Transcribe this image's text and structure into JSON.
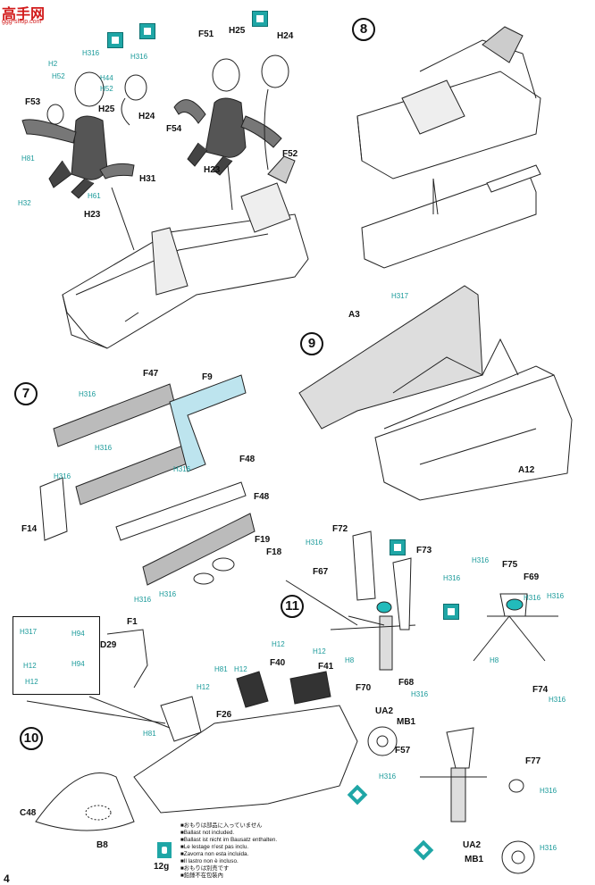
{
  "watermark": {
    "main": "高手网",
    "sub": "ggg-shop.com"
  },
  "steps": [
    "8",
    "9",
    "7",
    "11",
    "10"
  ],
  "part_labels": {
    "F51": "F51",
    "H25a": "H25",
    "H24a": "H24",
    "F53": "F53",
    "H25b": "H25",
    "H24b": "H24",
    "F54": "F54",
    "F52": "F52",
    "H31": "H31",
    "H23a": "H23",
    "H23b": "H23",
    "A3": "A3",
    "A12": "A12",
    "F47": "F47",
    "F9": "F9",
    "F48a": "F48",
    "F48b": "F48",
    "F14": "F14",
    "F19": "F19",
    "F18": "F18",
    "F72": "F72",
    "F73": "F73",
    "F67": "F67",
    "F75": "F75",
    "F69": "F69",
    "F70": "F70",
    "F68": "F68",
    "F74": "F74",
    "F1": "F1",
    "D29": "D29",
    "F40": "F40",
    "F41": "F41",
    "F26": "F26",
    "UA2a": "UA2",
    "MB1a": "MB1",
    "F57": "F57",
    "F77": "F77",
    "C48": "C48",
    "B8": "B8",
    "UA2b": "UA2",
    "MB1b": "MB1"
  },
  "paint_codes": {
    "c1": "H2",
    "c2": "H316",
    "c3": "H52",
    "c4": "H44",
    "c5": "H52",
    "c6": "H316",
    "c7": "H81",
    "c8": "H32",
    "c9": "H61",
    "c10": "H317",
    "c11": "H316",
    "c12": "H316",
    "c13": "H316",
    "c14": "H316",
    "c15": "H316",
    "c16": "H316",
    "c17": "H316",
    "c18": "H316",
    "c19": "H316",
    "c20": "H316",
    "c21": "H8",
    "c22": "H316",
    "c23": "H316",
    "c24": "H8",
    "c25": "H316",
    "c26": "H317",
    "c27": "H94",
    "c28": "H12",
    "c29": "H94",
    "c30": "H12",
    "c31": "H81",
    "c32": "H12",
    "c33": "H12",
    "c34": "H12",
    "c35": "H12",
    "c36": "H81",
    "c37": "H316",
    "c38": "H316",
    "c39": "H316"
  },
  "ballast_notes": [
    "■おもりは部品に入っていません",
    "■Ballast not included.",
    "■Ballast ist nicht im Bausatz enthalten.",
    "■Le lestage n'est pas inclu.",
    "■Zavorra non esta incluida.",
    "■Il lastro non è incluso.",
    "■おもりは別売です",
    "■鉛錘不在包裝內"
  ],
  "ballast_weight": "12g",
  "page_number": "4"
}
